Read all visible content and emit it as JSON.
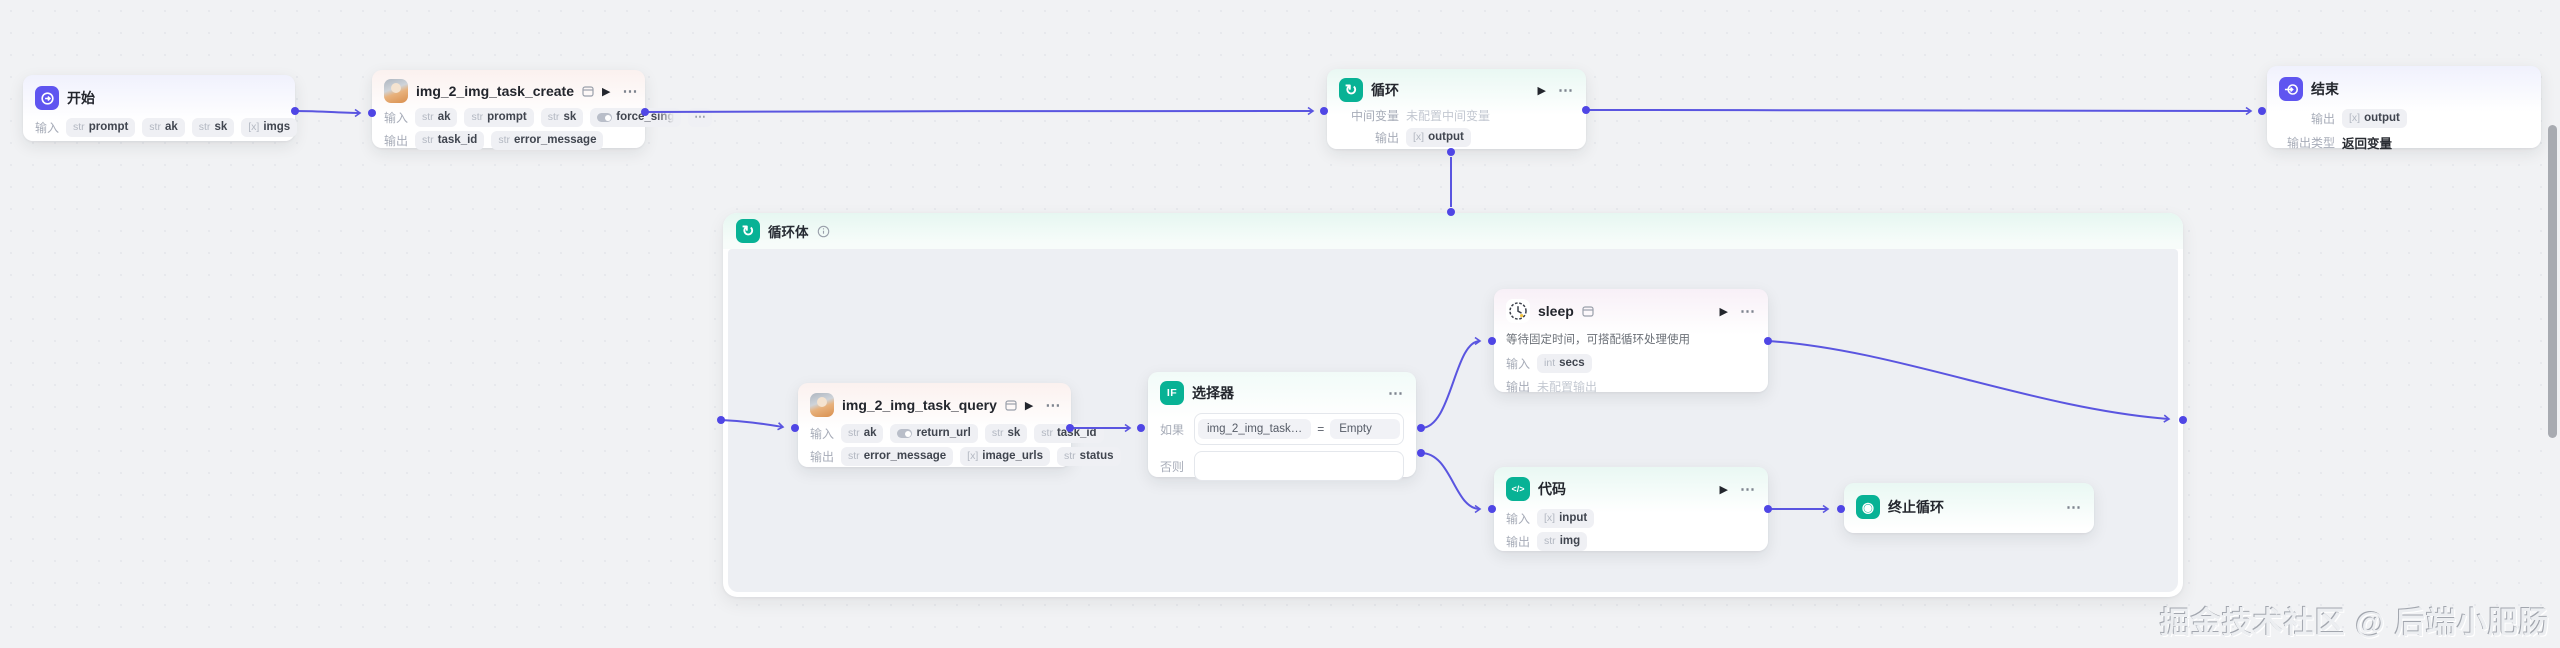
{
  "icons": {
    "play": "▶",
    "more": "⋯",
    "loop_glyph": "↻",
    "if_glyph": "IF",
    "code_glyph": "</>",
    "terminate_glyph": "◉"
  },
  "labels": {
    "input": "输入",
    "output": "输出"
  },
  "nodes": {
    "start": {
      "title": "开始",
      "inputs": [
        {
          "t": "str",
          "n": "prompt"
        },
        {
          "t": "str",
          "n": "ak"
        },
        {
          "t": "str",
          "n": "sk"
        },
        {
          "t": "[x]",
          "n": "imgs"
        }
      ]
    },
    "create": {
      "title": "img_2_img_task_create",
      "inputs": [
        {
          "t": "str",
          "n": "ak"
        },
        {
          "t": "str",
          "n": "prompt"
        },
        {
          "t": "str",
          "n": "sk"
        },
        {
          "t": "bool",
          "n": "force_single"
        }
      ],
      "more_chip": "⋯",
      "outputs": [
        {
          "t": "str",
          "n": "task_id"
        },
        {
          "t": "str",
          "n": "error_message"
        }
      ]
    },
    "loop": {
      "title": "循环",
      "mid_label": "中间变量",
      "mid_value": "未配置中间变量",
      "outputs": [
        {
          "t": "[x]",
          "n": "output"
        }
      ]
    },
    "end": {
      "title": "结束",
      "outputs": [
        {
          "t": "[x]",
          "n": "output"
        }
      ],
      "type_label": "输出类型",
      "type_value": "返回变量"
    },
    "loop_body": {
      "title": "循环体"
    },
    "query": {
      "title": "img_2_img_task_query",
      "inputs": [
        {
          "t": "str",
          "n": "ak"
        },
        {
          "t": "bool",
          "n": "return_url"
        },
        {
          "t": "str",
          "n": "sk"
        },
        {
          "t": "str",
          "n": "task_id"
        }
      ],
      "outputs": [
        {
          "t": "str",
          "n": "error_message"
        },
        {
          "t": "[x]",
          "n": "image_urls"
        },
        {
          "t": "str",
          "n": "status"
        }
      ]
    },
    "selector": {
      "title": "选择器",
      "if_label": "如果",
      "else_label": "否则",
      "cond_left": "img_2_img_task…",
      "cond_op": "=",
      "cond_right": "Empty"
    },
    "sleep": {
      "title": "sleep",
      "desc": "等待固定时间，可搭配循环处理使用",
      "inputs": [
        {
          "t": "int",
          "n": "secs"
        }
      ],
      "output_placeholder": "未配置输出"
    },
    "code": {
      "title": "代码",
      "inputs": [
        {
          "t": "[x]",
          "n": "input"
        }
      ],
      "outputs": [
        {
          "t": "str",
          "n": "img"
        }
      ]
    },
    "terminate": {
      "title": "终止循环"
    }
  },
  "watermark": "掘金技术社区 @ 后端小肥肠"
}
